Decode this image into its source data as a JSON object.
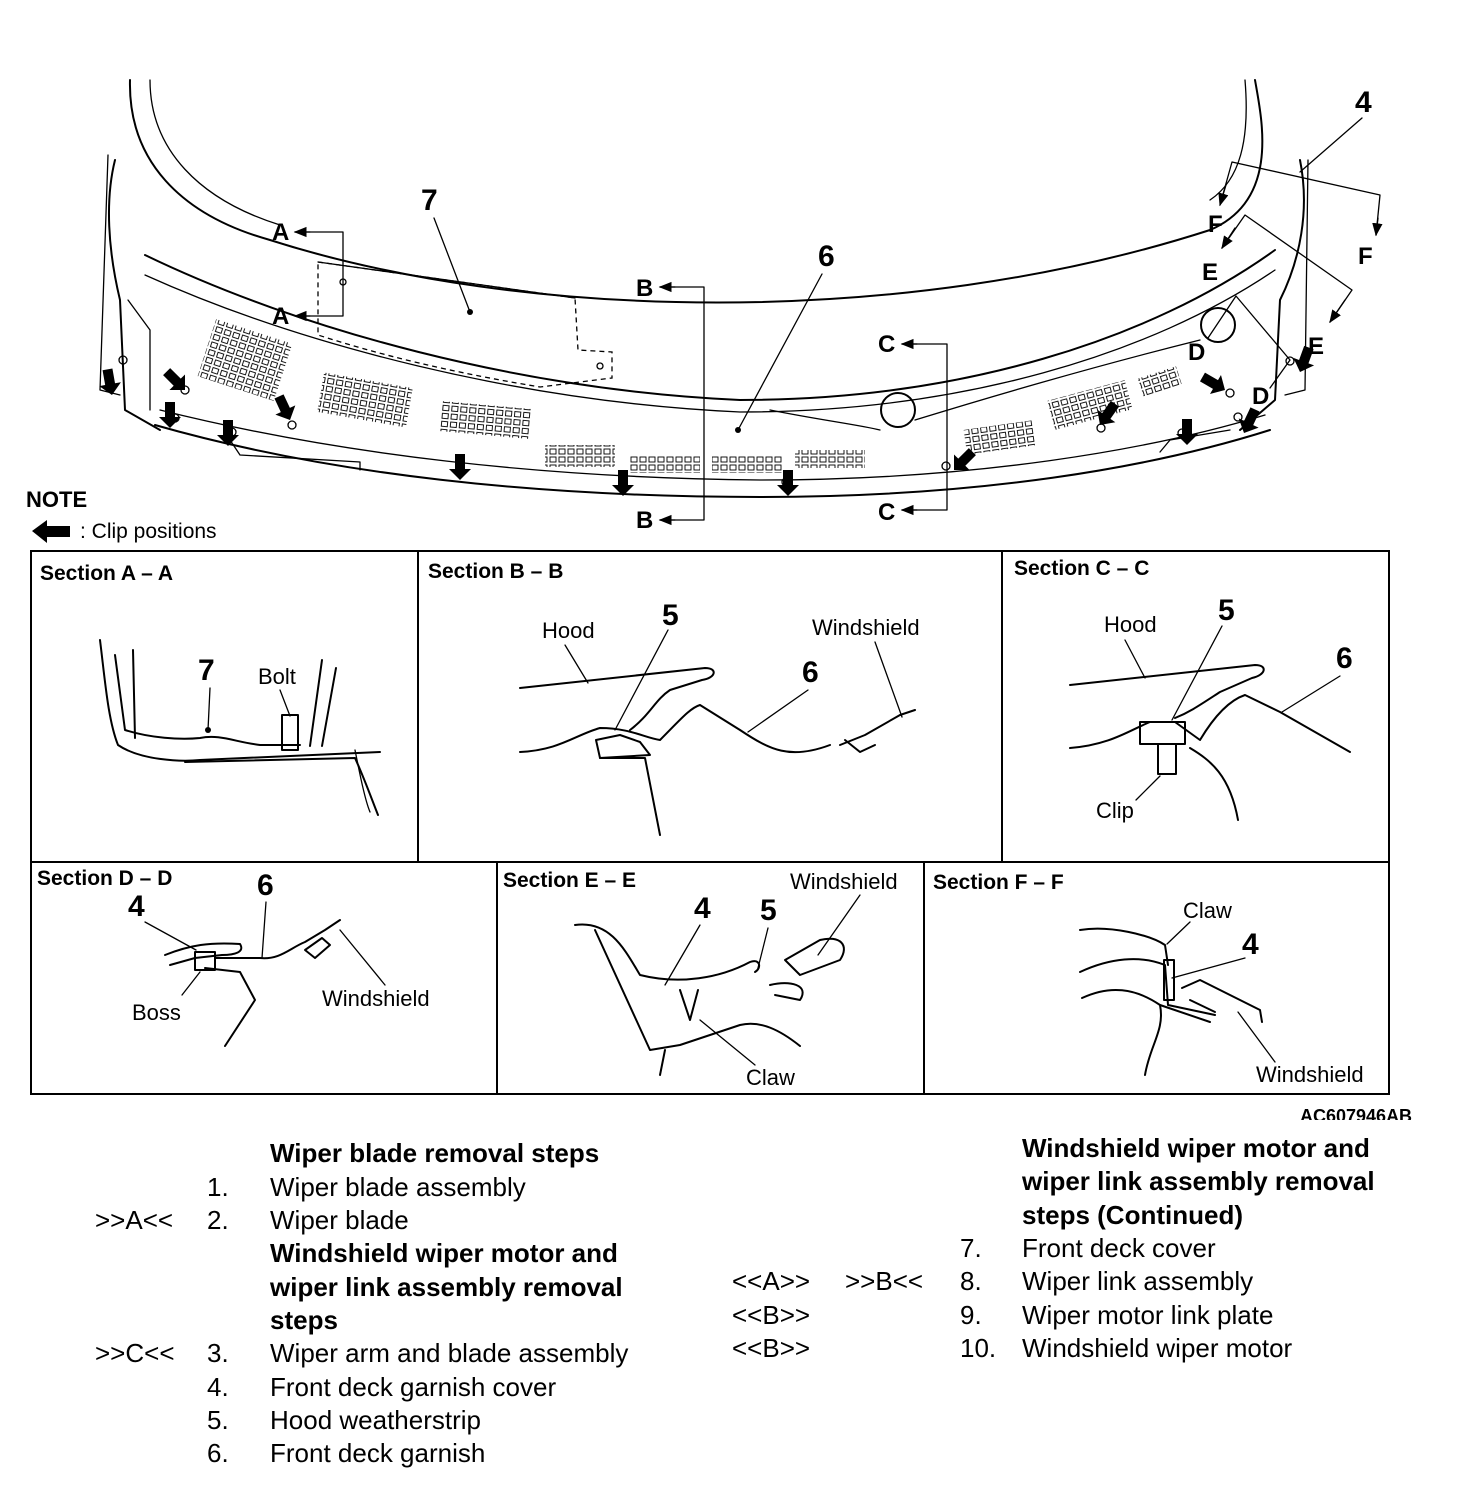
{
  "callouts": {
    "c4": "4",
    "c6": "6",
    "c7": "7"
  },
  "section_letters": {
    "a": "A",
    "b": "B",
    "c": "C",
    "d": "D",
    "e": "E",
    "f": "F"
  },
  "note": {
    "title": "NOTE",
    "legend": ": Clip positions"
  },
  "sections": {
    "aa": {
      "title": "Section A – A",
      "n7": "7",
      "bolt": "Bolt"
    },
    "bb": {
      "title": "Section B – B",
      "hood": "Hood",
      "windshield": "Windshield",
      "n5": "5",
      "n6": "6"
    },
    "cc": {
      "title": "Section C – C",
      "hood": "Hood",
      "clip": "Clip",
      "n5": "5",
      "n6": "6"
    },
    "dd": {
      "title": "Section D – D",
      "n4": "4",
      "n6": "6",
      "boss": "Boss",
      "windshield": "Windshield"
    },
    "ee": {
      "title": "Section E – E",
      "n4": "4",
      "n5": "5",
      "windshield": "Windshield",
      "claw": "Claw"
    },
    "ff": {
      "title": "Section F – F",
      "claw": "Claw",
      "n4": "4",
      "windshield": "Windshield"
    }
  },
  "figure_id": "AC607946AB",
  "steps_left": {
    "heading1": "Wiper blade removal steps",
    "items1": [
      {
        "mark": "",
        "num": "1.",
        "text": "Wiper blade assembly"
      },
      {
        "mark": ">>A<<",
        "num": "2.",
        "text": "Wiper blade"
      }
    ],
    "heading2": [
      "Windshield wiper motor and",
      "wiper link assembly removal",
      "steps"
    ],
    "items2": [
      {
        "mark": ">>C<<",
        "num": "3.",
        "text": "Wiper arm and blade assembly"
      },
      {
        "mark": "",
        "num": "4.",
        "text": "Front deck garnish cover"
      },
      {
        "mark": "",
        "num": "5.",
        "text": "Hood weatherstrip"
      },
      {
        "mark": "",
        "num": "6.",
        "text": "Front deck garnish"
      }
    ]
  },
  "steps_right": {
    "heading": [
      "Windshield wiper motor and",
      "wiper link assembly removal",
      "steps (Continued)"
    ],
    "items": [
      {
        "mark1": "",
        "mark2": "",
        "num": "7.",
        "text": "Front deck cover"
      },
      {
        "mark1": "<<A>>",
        "mark2": ">>B<<",
        "num": "8.",
        "text": "Wiper link assembly"
      },
      {
        "mark1": "<<B>>",
        "mark2": "",
        "num": "9.",
        "text": "Wiper motor link plate"
      },
      {
        "mark1": "<<B>>",
        "mark2": "",
        "num": "10.",
        "text": "Windshield wiper motor"
      }
    ]
  }
}
